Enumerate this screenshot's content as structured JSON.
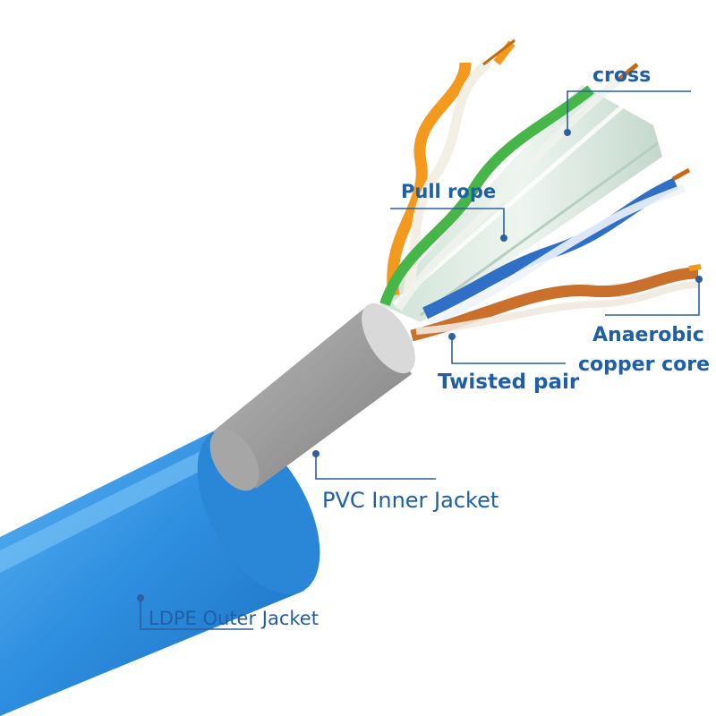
{
  "labels": {
    "cross": "cross",
    "pull_rope": "Pull rope",
    "anaerobic_line1": "Anaerobic",
    "anaerobic_line2": "copper core",
    "twisted_pair": "Twisted pair",
    "pvc_inner_jacket": "PVC Inner Jacket",
    "ldpe_outer_jacket": "LDPE Outer Jacket"
  },
  "colors": {
    "label_text": "#1f5fa6",
    "leader_line": "#2e5f9e",
    "outer_jacket": "#2f8fe0",
    "inner_jacket": "#9a9a9a",
    "cross_separator": "#d7e6df",
    "orange_pair": "#f39a1e",
    "green_pair": "#46b648",
    "blue_pair": "#2f6fc6",
    "brown_pair": "#c8702c"
  }
}
